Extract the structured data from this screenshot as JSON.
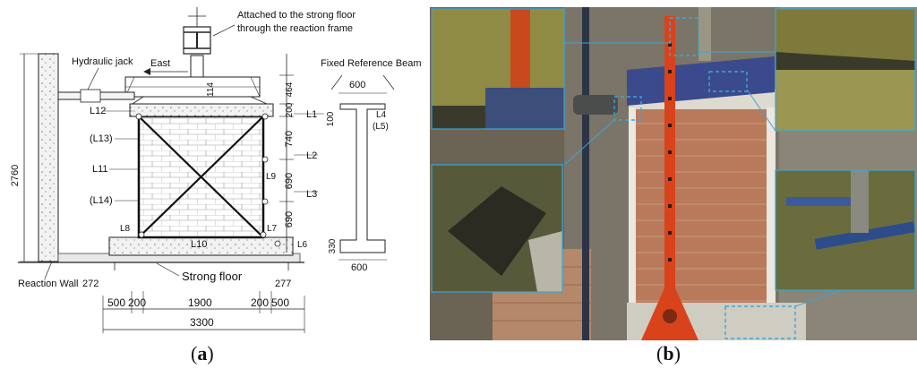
{
  "panel_a": {
    "caption_letter": "a",
    "labels": {
      "attached": [
        "Attached to the strong floor",
        "through the reaction frame"
      ],
      "fixed_beam": "Fixed Reference Beam",
      "hydraulic_jack": "Hydraulic jack",
      "east": "East",
      "reaction_wall": "Reaction Wall",
      "strong_floor": "Strong floor"
    },
    "lvdt": {
      "L1": "L1",
      "L2": "L2",
      "L3": "L3",
      "L4": "L4",
      "L5": "(L5)",
      "L6": "L6",
      "L7": "L7",
      "L8": "L8",
      "L9": "L9",
      "L10": "L10",
      "L11": "L11",
      "L12": "L12",
      "L13": "(L13)",
      "L14": "(L14)"
    },
    "dims": {
      "d2760": "2760",
      "d114": "114",
      "d464": "464",
      "d200": "200",
      "d100": "100",
      "d740": "740",
      "d690a": "690",
      "d690b": "690",
      "d330": "330",
      "d600top": "600",
      "d600bot": "600",
      "d272": "272",
      "d277": "277",
      "d500l": "500",
      "d200l": "200",
      "d1900": "1900",
      "d200r": "200",
      "d500r": "500",
      "d3300": "3300"
    }
  },
  "panel_b": {
    "caption_letter": "b"
  },
  "colors": {
    "frame_orange": "#d9431c",
    "brick": "#b97a5c",
    "callout_blue": "#3aa6d8"
  }
}
